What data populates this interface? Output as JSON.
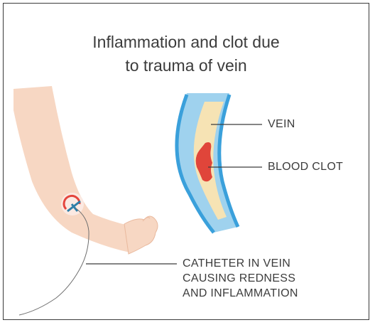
{
  "title": {
    "line1": "Inflammation and clot due",
    "line2": "to trauma of vein"
  },
  "labels": {
    "vein": "VEIN",
    "blood_clot": "BLOOD CLOT",
    "catheter_line1": "CATHETER IN VEIN",
    "catheter_line2": "CAUSING REDNESS",
    "catheter_line3": "AND INFLAMMATION"
  },
  "colors": {
    "skin": "#f7d7c3",
    "vein_outer": "#9fd2ee",
    "vein_wall": "#3aa0db",
    "vein_inner": "#f6e3b4",
    "clot": "#e0453a",
    "inflammation": "#e4453d",
    "catheter": "#2f7fa8",
    "text": "#3c3c3c"
  }
}
